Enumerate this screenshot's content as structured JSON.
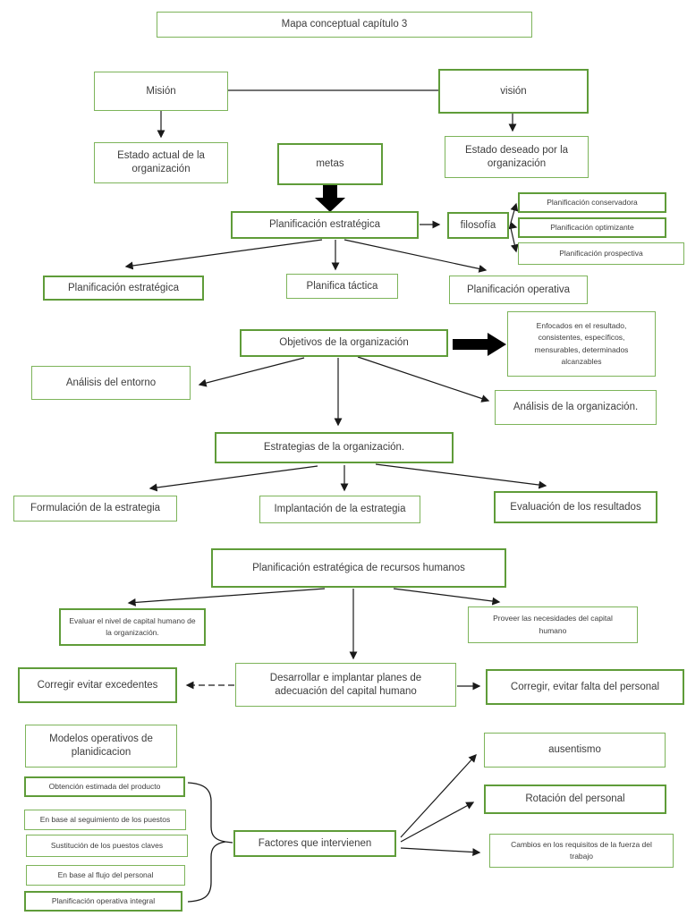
{
  "title": "Mapa conceptual capítulo 3",
  "nodes": {
    "mision": "Misión",
    "vision": "visión",
    "estado_actual": "Estado actual de la organización",
    "metas": "metas",
    "estado_deseado": "Estado deseado por la organización",
    "plan_estrategica_main": "Planificación estratégica",
    "filosofia": "filosofía",
    "plan_conservadora": "Planificación conservadora",
    "plan_optimizante": "Planificación optimizante",
    "plan_prospectiva": "Planificación prospectiva",
    "plan_estrategica2": "Planificación estratégica",
    "planifica_tactica": "Planifica táctica",
    "plan_operativa": "Planificación operativa",
    "objetivos": "Objetivos de la organización",
    "enfocados": "Enfocados en el resultado, consistentes, específicos, mensurables, determinados alcanzables",
    "analisis_entorno": "Análisis del entorno",
    "analisis_organizacion": "Análisis de la organización.",
    "estrategias": "Estrategias de la organización.",
    "formulacion": "Formulación de la estrategia",
    "implantacion": "Implantación de la estrategia",
    "evaluacion": "Evaluación de los resultados",
    "plan_rrhh": "Planificación estratégica de recursos humanos",
    "evaluar_nivel": "Evaluar el nivel de capital humano de la organización.",
    "proveer": "Proveer las necesidades del capital humano",
    "corregir_excedentes": "Corregir evitar excedentes",
    "desarrollar": "Desarrollar e implantar planes de adecuación del capital humano",
    "corregir_falta": "Corregir, evitar falta del personal",
    "modelos": "Modelos operativos de planidicacion",
    "obtencion": "Obtención estimada del producto",
    "seguimiento": "En base al seguimiento de los puestos",
    "sustitucion": "Sustitución de los puestos claves",
    "flujo": "En base al flujo del personal",
    "operativa_integral": "Planificación operativa integral",
    "factores": "Factores que intervienen",
    "ausentismo": "ausentismo",
    "rotacion": "Rotación del personal",
    "cambios": "Cambios en los requisitos de la fuerza del trabajo"
  },
  "colors": {
    "border_green": "#7db45a",
    "border_green_bold": "#5f9c39",
    "text": "#3d3d3d",
    "arrow": "#1a1a1a"
  }
}
